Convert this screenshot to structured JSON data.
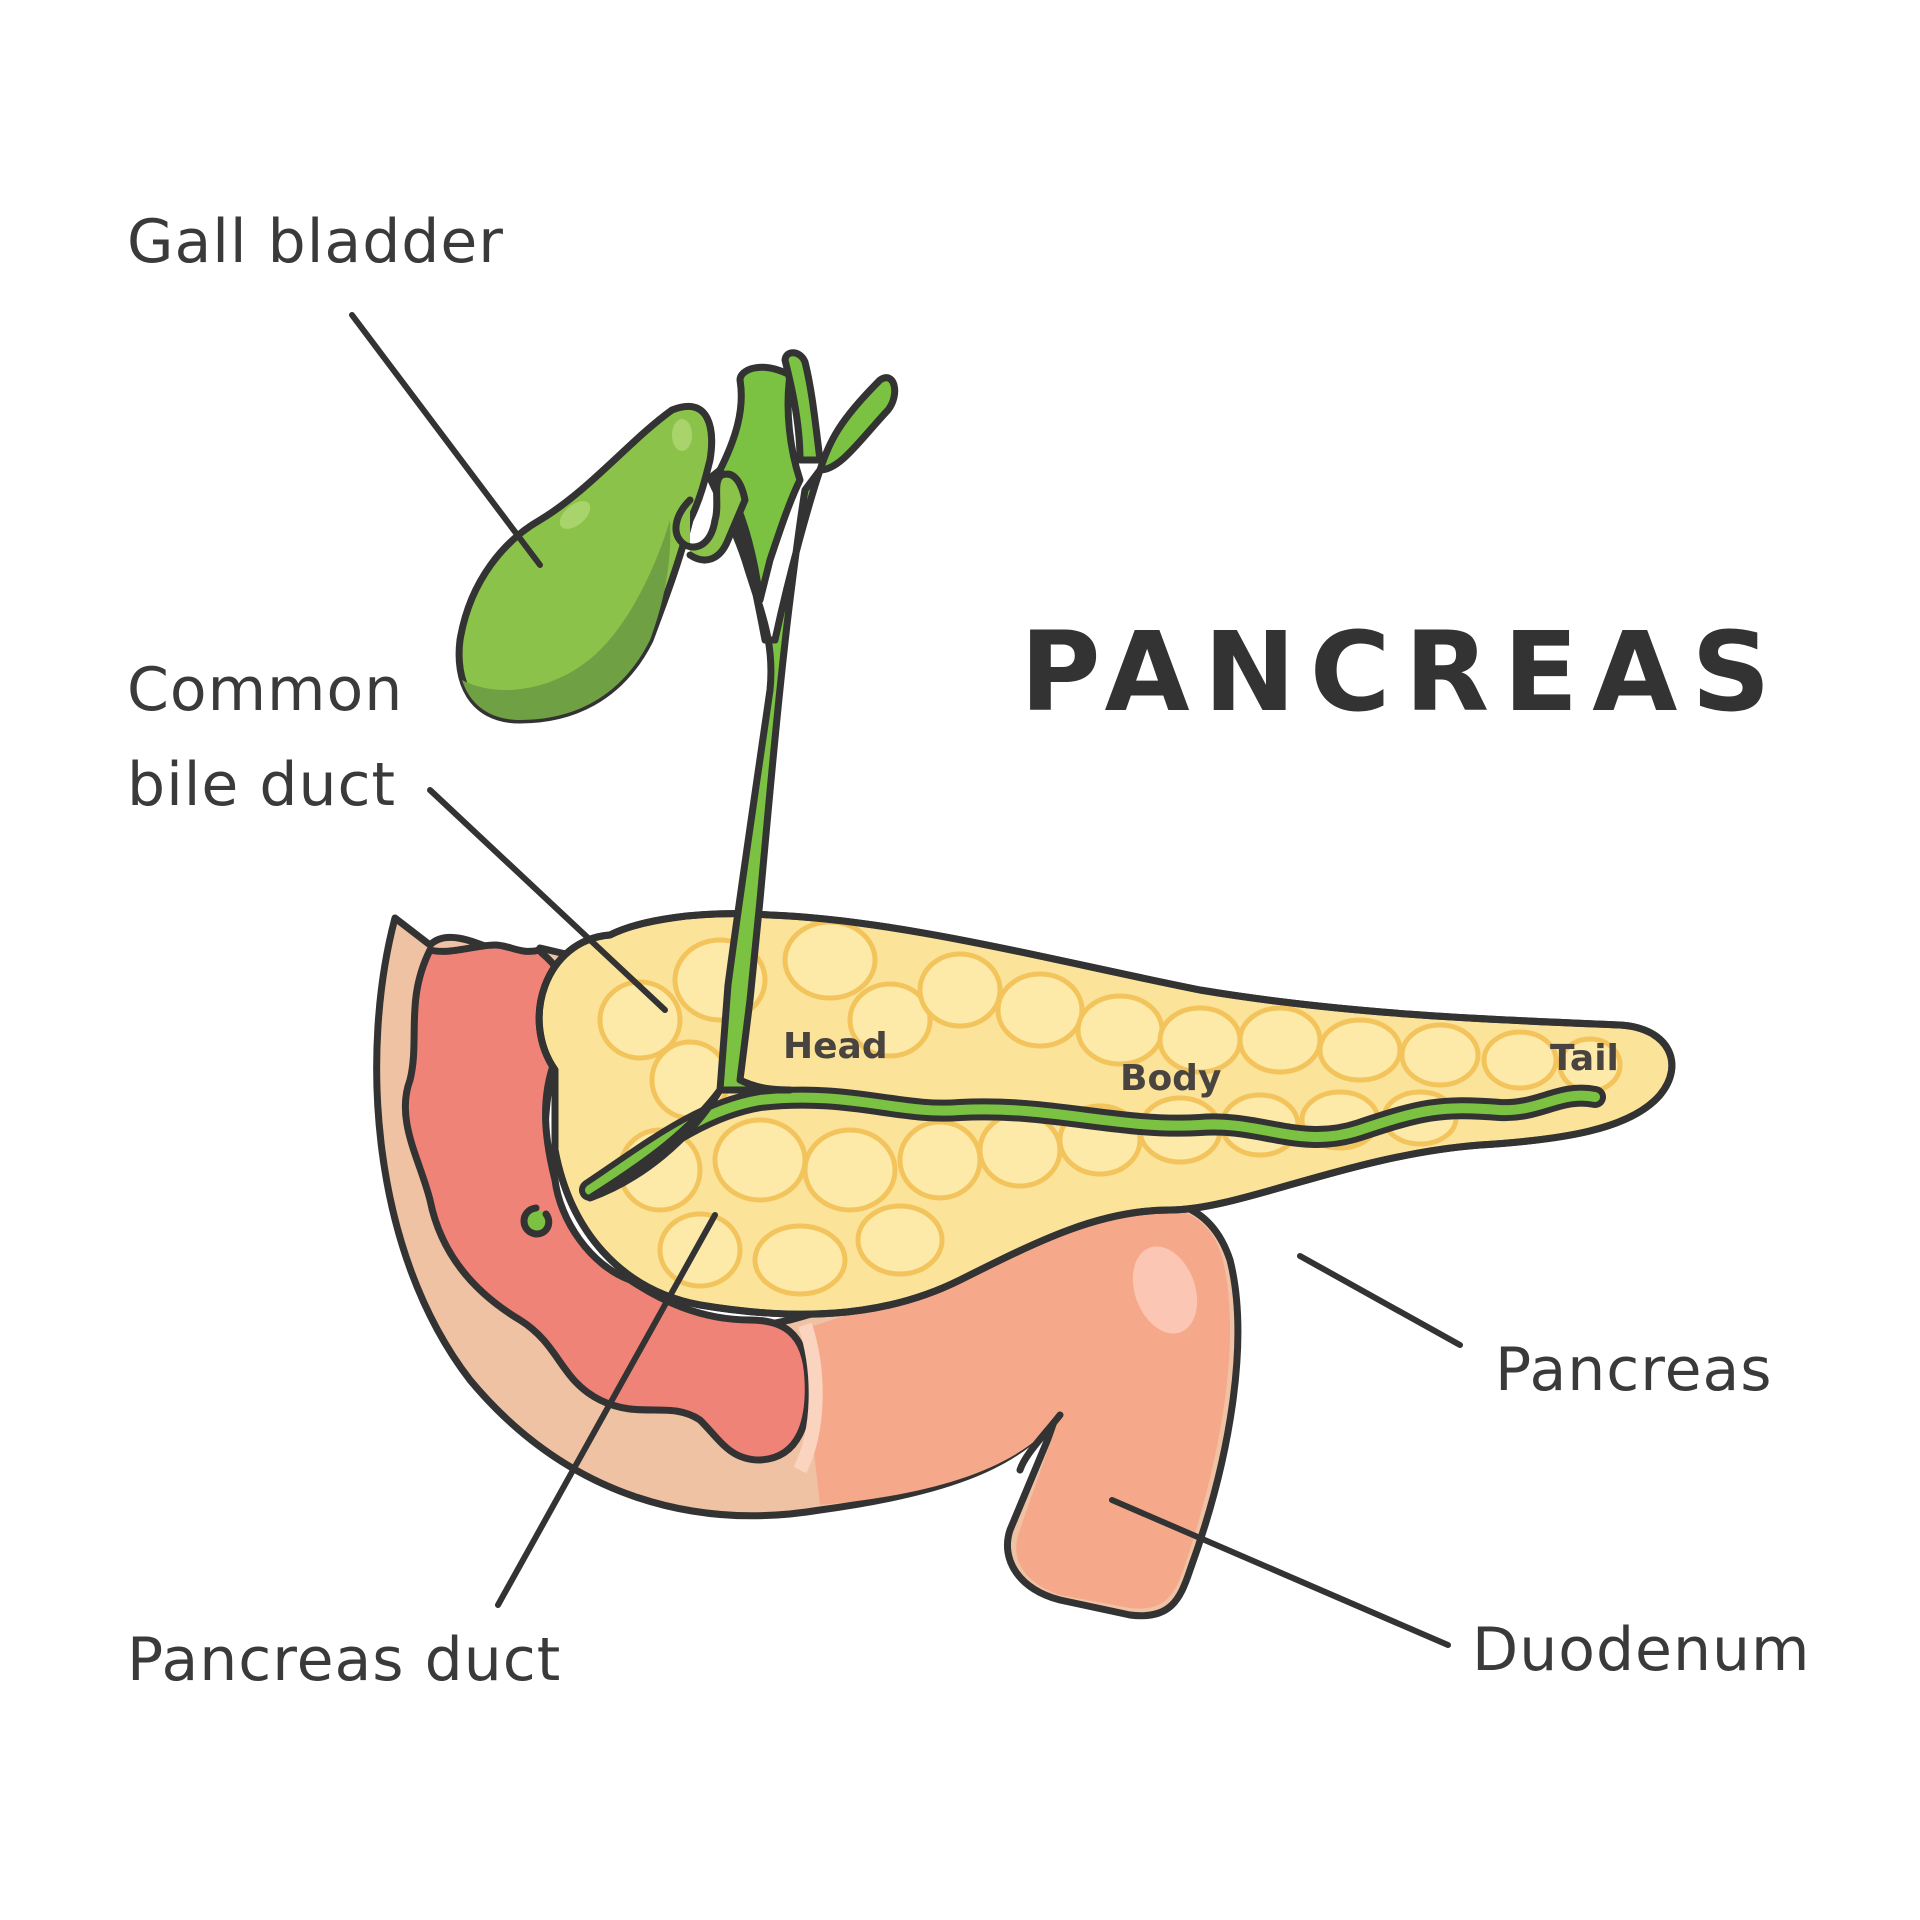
{
  "title": "PANCREAS",
  "labels": {
    "gall_bladder": "Gall bladder",
    "common_bile_duct_line1": "Common",
    "common_bile_duct_line2": "bile duct",
    "pancreas": "Pancreas",
    "pancreas_duct": "Pancreas duct",
    "duodenum": "Duodenum"
  },
  "parts": {
    "head": "Head",
    "body": "Body",
    "tail": "Tail"
  },
  "colors": {
    "pancreas_fill": "#fbe39a",
    "pancreas_cells": "#f3c45c",
    "gall_bladder": "#8bc34a",
    "ducts": "#7cc242",
    "duodenum_outer": "#f5a98a",
    "duodenum_inner": "#f08378",
    "outline": "#333333"
  }
}
